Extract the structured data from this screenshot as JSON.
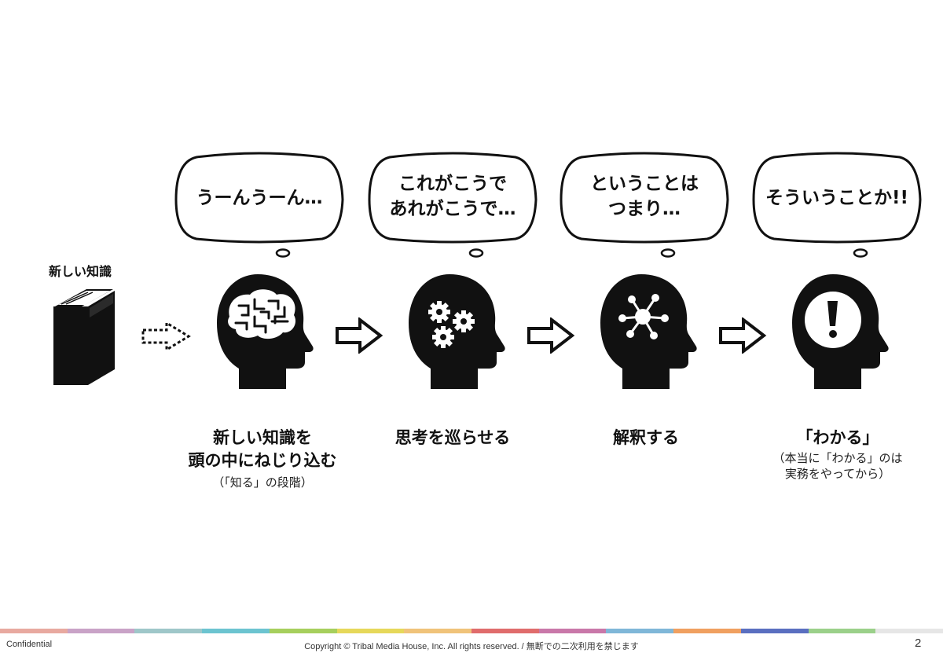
{
  "book_label": "新しい知識",
  "bubbles": [
    {
      "line1": "うーんうーん…",
      "line2": ""
    },
    {
      "line1": "これがこうで",
      "line2": "あれがこうで…"
    },
    {
      "line1": "ということは",
      "line2": "つまり…"
    },
    {
      "line1": "そういうことか!!",
      "line2": ""
    }
  ],
  "steps": [
    {
      "title1": "新しい知識を",
      "title2": "頭の中にねじり込む",
      "note1": "（「知る」の段階）",
      "note2": ""
    },
    {
      "title1": "思考を巡らせる",
      "title2": "",
      "note1": "",
      "note2": ""
    },
    {
      "title1": "解釈する",
      "title2": "",
      "note1": "",
      "note2": ""
    },
    {
      "title1": "「わかる」",
      "title2": "",
      "note1": "（本当に「わかる」のは",
      "note2": "実務をやってから）"
    }
  ],
  "icons": {
    "book": "book-icon",
    "dotted_arrow": "dotted-arrow-icon",
    "head1": "brain-head-icon",
    "head2": "gears-head-icon",
    "head3": "network-head-icon",
    "head4": "exclamation-head-icon",
    "arrow": "outline-arrow-icon"
  },
  "footer": {
    "left": "Confidential",
    "center": "Copyright © Tribal Media House, Inc. All rights reserved. / 無断での二次利用を禁じます",
    "page": "2",
    "stripe_colors": [
      "#e8a9a0",
      "#c9a3c7",
      "#9fc7c9",
      "#6cc4d0",
      "#a6cf5d",
      "#e6d85a",
      "#f0c37a",
      "#e06c6c",
      "#c978a9",
      "#7fb7d8",
      "#f0a060",
      "#5a6fc0",
      "#9bd08a",
      "#e6e6e6"
    ]
  }
}
